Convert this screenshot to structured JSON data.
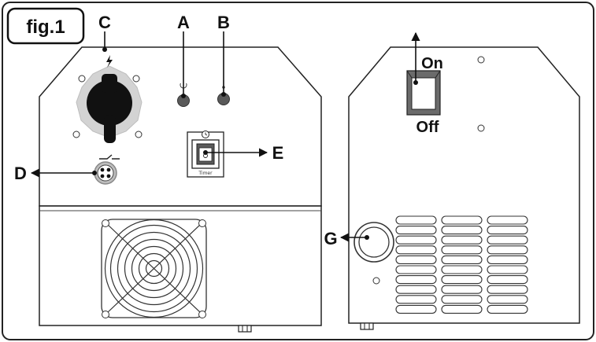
{
  "figure": {
    "label": "fig.1"
  },
  "callouts": {
    "a": "A",
    "b": "B",
    "c": "C",
    "d": "D",
    "e": "E",
    "g": "G"
  },
  "switch": {
    "on": "On",
    "off": "Off"
  },
  "timer": {
    "label": "Timer"
  },
  "colors": {
    "outline": "#1a1a1a",
    "panel": "#ffffff",
    "ring": "#d0d0d0",
    "knob": "#111111",
    "dark": "#555555"
  }
}
